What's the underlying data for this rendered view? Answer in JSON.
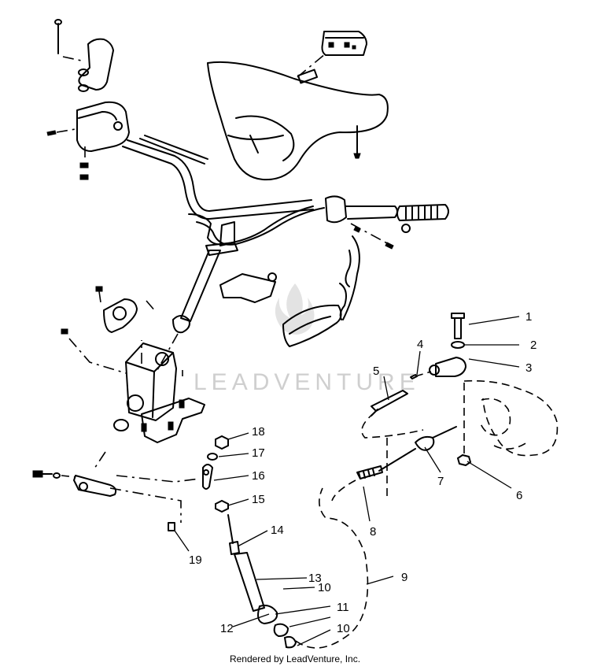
{
  "diagram": {
    "watermark": "LEADVENTURE",
    "credit": "Rendered by LeadVenture, Inc.",
    "callouts": [
      {
        "id": "1",
        "label": "1"
      },
      {
        "id": "2",
        "label": "2"
      },
      {
        "id": "3",
        "label": "3"
      },
      {
        "id": "4",
        "label": "4"
      },
      {
        "id": "5",
        "label": "5"
      },
      {
        "id": "6",
        "label": "6"
      },
      {
        "id": "7",
        "label": "7"
      },
      {
        "id": "8",
        "label": "8"
      },
      {
        "id": "9",
        "label": "9"
      },
      {
        "id": "10a",
        "label": "10"
      },
      {
        "id": "10b",
        "label": "10"
      },
      {
        "id": "11",
        "label": "11"
      },
      {
        "id": "12",
        "label": "12"
      },
      {
        "id": "13",
        "label": "13"
      },
      {
        "id": "14",
        "label": "14"
      },
      {
        "id": "15",
        "label": "15"
      },
      {
        "id": "16",
        "label": "16"
      },
      {
        "id": "17",
        "label": "17"
      },
      {
        "id": "18",
        "label": "18"
      },
      {
        "id": "19",
        "label": "19"
      }
    ]
  }
}
